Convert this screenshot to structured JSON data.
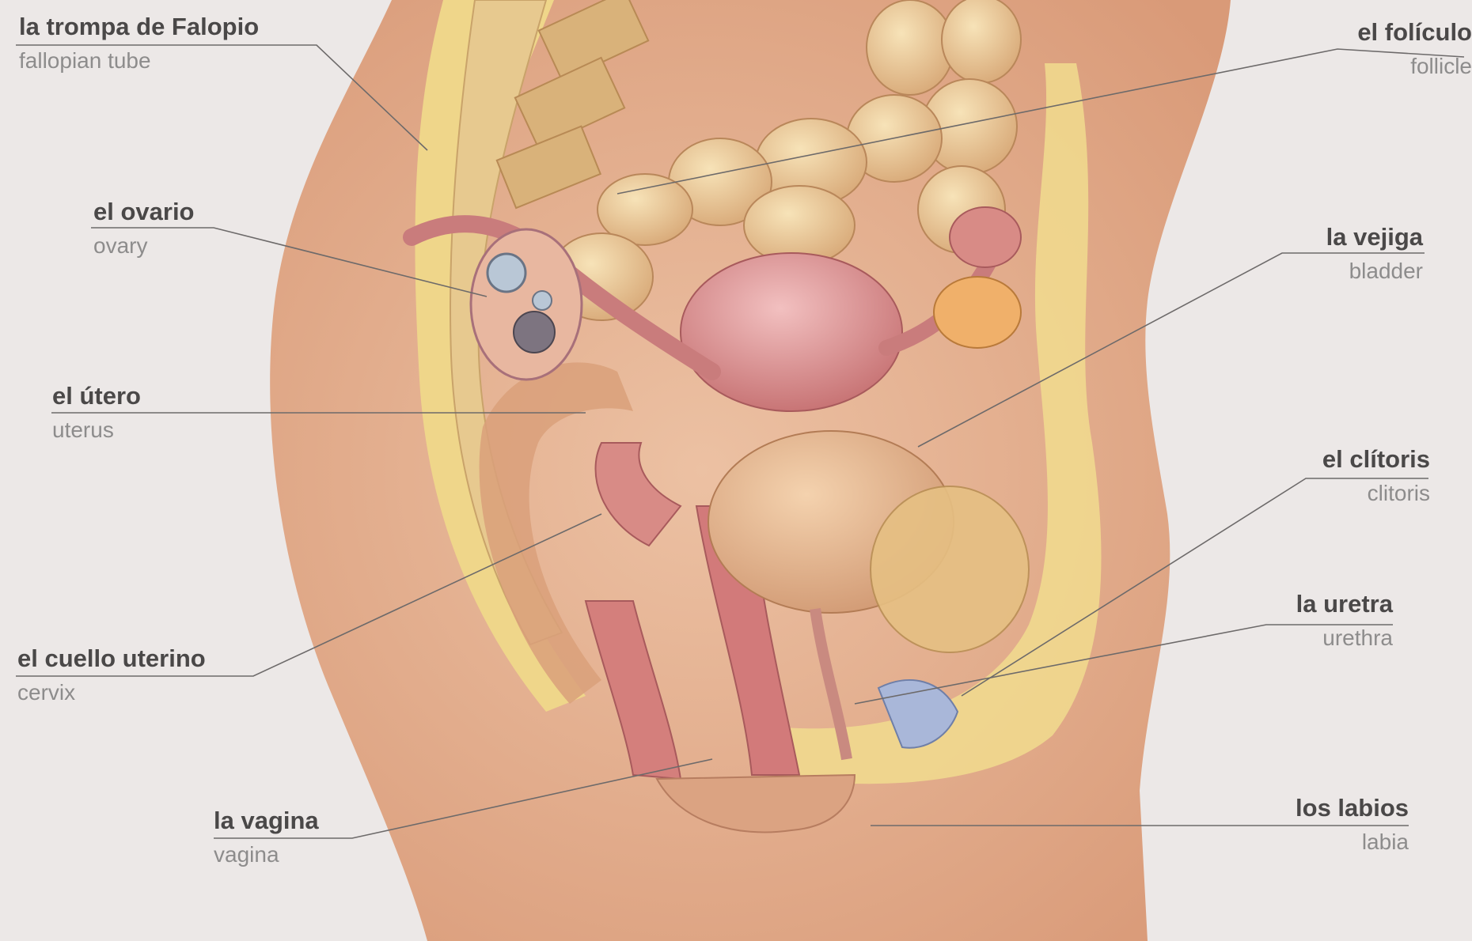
{
  "labels": {
    "fallopian_tube": {
      "es": "la trompa de Falopio",
      "en": "fallopian tube"
    },
    "follicle": {
      "es": "el folículo",
      "en": "follicle"
    },
    "ovary": {
      "es": "el ovario",
      "en": "ovary"
    },
    "bladder": {
      "es": "la vejiga",
      "en": "bladder"
    },
    "uterus": {
      "es": "el útero",
      "en": "uterus"
    },
    "clitoris": {
      "es": "el clítoris",
      "en": "clitoris"
    },
    "urethra": {
      "es": "la uretra",
      "en": "urethra"
    },
    "cervix": {
      "es": "el cuello uterino",
      "en": "cervix"
    },
    "labia": {
      "es": "los labios",
      "en": "labia"
    },
    "vagina": {
      "es": "la vagina",
      "en": "vagina"
    }
  },
  "colors": {
    "background": "#ece8e7",
    "skin": "#e6b08f",
    "fat": "#f1dc8e",
    "organ_pink": "#d98a86",
    "bladder": "#e3b48e",
    "bowel": "#e8c48c",
    "leader_line": "#6d6a6a"
  }
}
